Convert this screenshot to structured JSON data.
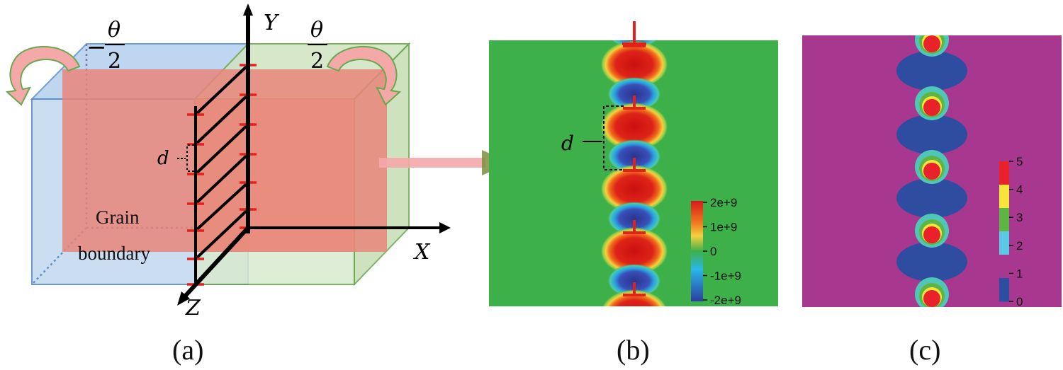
{
  "panel_a": {
    "caption": "(a)",
    "axis_y": "Y",
    "axis_x": "X",
    "axis_z": "Z",
    "theta": "θ",
    "two": "2",
    "minus": "−",
    "d_label": "d",
    "gb_line1": "Grain",
    "gb_line2": "boundary"
  },
  "panel_b": {
    "caption": "(b)",
    "d_label": "d",
    "colorbar": {
      "ticks": [
        "2e+9",
        "1e+9",
        "0",
        "-1e+9",
        "-2e+9"
      ],
      "colors": [
        "#d7191c",
        "#f4d03f",
        "#3db04a",
        "#2ab7e8",
        "#2c3e9e"
      ]
    },
    "background_color": "#3db04a"
  },
  "panel_c": {
    "caption": "(c)",
    "colorbar": {
      "ticks": [
        "5",
        "4",
        "3",
        "2",
        "1",
        "0"
      ],
      "bands": [
        "#e8212b",
        "#f7e53b",
        "#5fb544",
        "#5bc8e6",
        "#a8388f",
        "#2f4da0"
      ]
    },
    "background_color": "#a8388f"
  },
  "colors": {
    "left_grain": "#c5daf0",
    "right_grain": "#d9ead0",
    "boundary_plane": "#e8857a",
    "dislocation": "#e3211c",
    "arrow": "#f4a8a8"
  }
}
